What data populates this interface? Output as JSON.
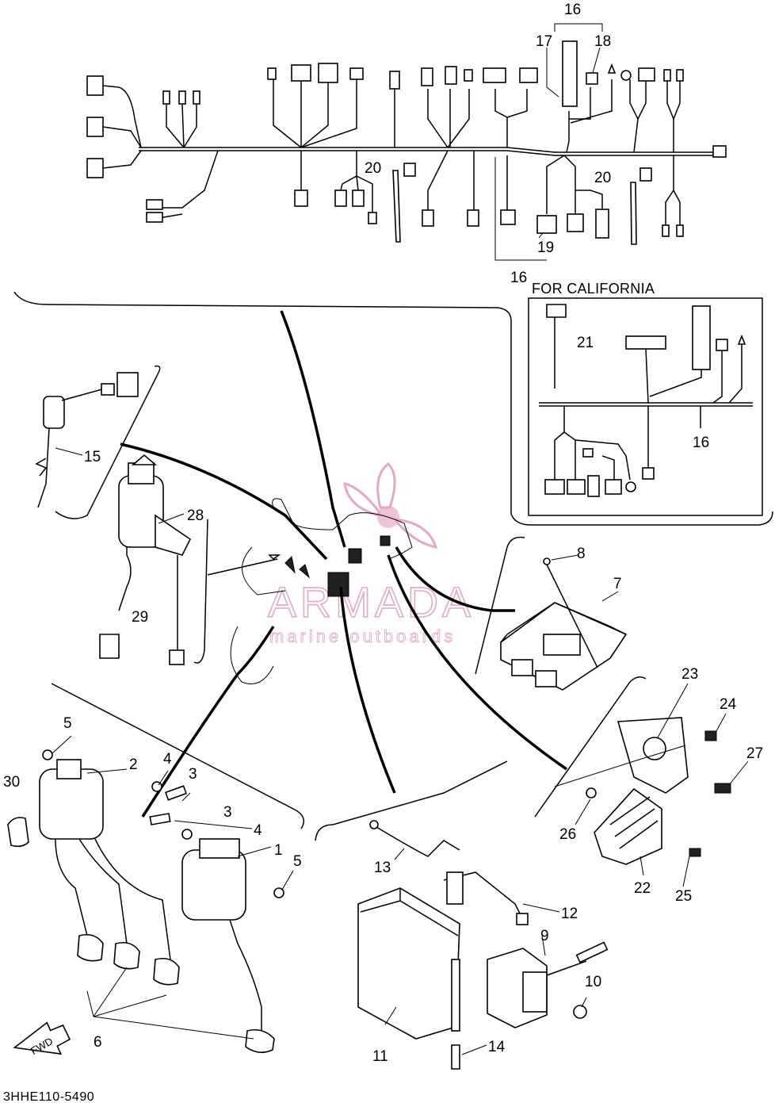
{
  "diagram": {
    "callouts": {
      "c1": "1",
      "c2": "2",
      "c3a": "3",
      "c3b": "3",
      "c4a": "4",
      "c4b": "4",
      "c5a": "5",
      "c5b": "5",
      "c6": "6",
      "c7": "7",
      "c8": "8",
      "c9": "9",
      "c10": "10",
      "c11": "11",
      "c12": "12",
      "c13": "13",
      "c14": "14",
      "c15": "15",
      "c16a": "16",
      "c16b": "16",
      "c16c": "16",
      "c17": "17",
      "c18": "18",
      "c19": "19",
      "c20a": "20",
      "c20b": "20",
      "c21": "21",
      "c22": "22",
      "c23": "23",
      "c24": "24",
      "c25": "25",
      "c26": "26",
      "c27": "27",
      "c28": "28",
      "c29": "29",
      "c30": "30"
    },
    "california_caption": "FOR CALIFORNIA",
    "fwd_arrow_label": "FWD",
    "drawing_code": "3HHE110-5490"
  },
  "watermark": {
    "brand": "ARMADA",
    "tagline": "marine outboards",
    "color": "#e5a8c2"
  }
}
